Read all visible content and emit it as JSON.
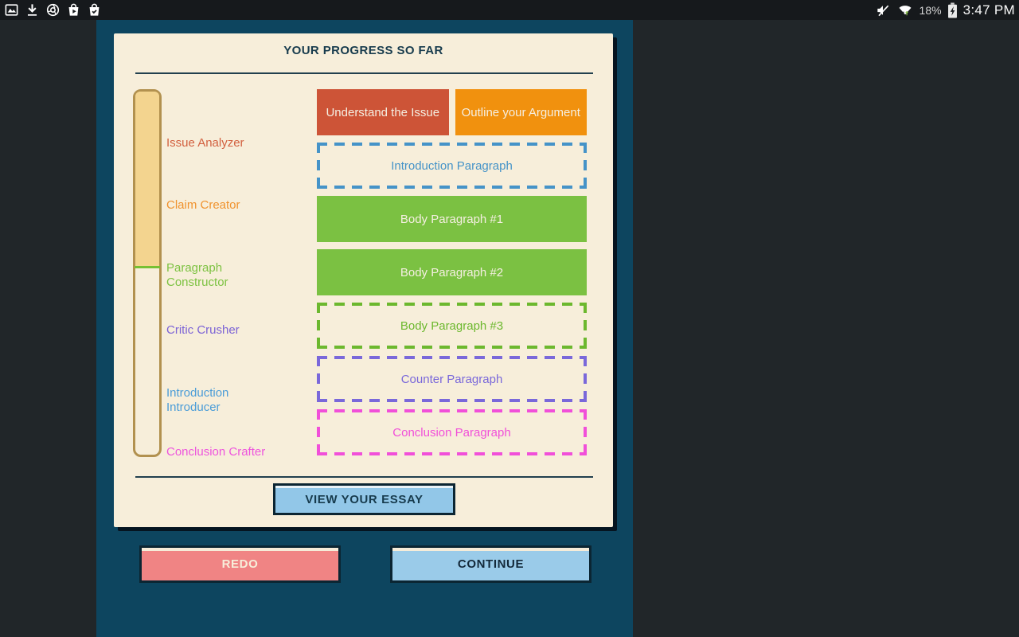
{
  "status_bar": {
    "left_icons": [
      "gallery-icon",
      "download-icon",
      "chrome-icon",
      "play-store-icon",
      "bag-check-icon"
    ],
    "right_icons": [
      "volume-muted-icon",
      "wifi-icon",
      "battery-charging-icon"
    ],
    "battery_percent": "18%",
    "time": "3:47 PM"
  },
  "card": {
    "title": "YOUR PROGRESS SO FAR",
    "milestones": [
      {
        "label": "Issue Analyzer",
        "color": "#d2603f"
      },
      {
        "label": "Claim Creator",
        "color": "#f0922d"
      },
      {
        "label": "Paragraph Constructor",
        "color": "#7dc242"
      },
      {
        "label": "Critic Crusher",
        "color": "#7c63d6"
      },
      {
        "label": "Introduction Introducer",
        "color": "#4a9cd8"
      },
      {
        "label": "Conclusion Crafter",
        "color": "#ee55dd"
      }
    ],
    "top_blocks": [
      {
        "label": "Understand the Issue",
        "color": "#cd5437",
        "state": "complete"
      },
      {
        "label": "Outline your Argument",
        "color": "#f1910e",
        "state": "complete"
      }
    ],
    "stack_blocks": [
      {
        "label": "Introduction Paragraph",
        "color": "#4593c8",
        "state": "incomplete"
      },
      {
        "label": "Body Paragraph #1",
        "color": "#7bc142",
        "state": "complete"
      },
      {
        "label": "Body Paragraph #2",
        "color": "#7bc142",
        "state": "complete"
      },
      {
        "label": "Body Paragraph #3",
        "color": "#6cb82e",
        "state": "incomplete"
      },
      {
        "label": "Counter Paragraph",
        "color": "#7a68da",
        "state": "incomplete"
      },
      {
        "label": "Conclusion Paragraph",
        "color": "#f14fd9",
        "state": "incomplete"
      }
    ],
    "view_essay_label": "VIEW YOUR ESSAY",
    "progress_fill_color": "#f3d48f",
    "progress_marker_color": "#76c033"
  },
  "footer": {
    "redo_label": "REDO",
    "continue_label": "CONTINUE"
  }
}
